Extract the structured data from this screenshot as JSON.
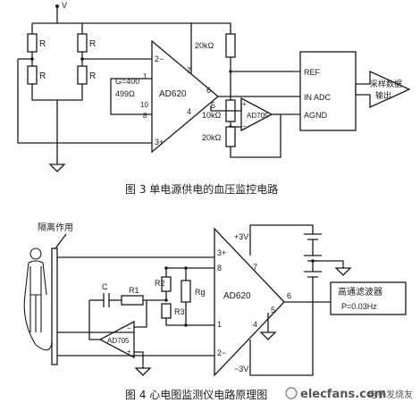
{
  "fig3": {
    "caption": "图 3  单电源供电的血压监控电路",
    "bridge_label": "R",
    "vs_label": "V",
    "gain_label": "G=400",
    "rg_label": "499Ω",
    "amp_label": "AD620",
    "pin_minus": "2−",
    "pin_plus": "3+",
    "pin_1": "1",
    "pin_10": "10",
    "pin_8": "8",
    "pin_7": "7",
    "pin_6": "6",
    "pin_5": "5",
    "pin_4": "4",
    "r_top": "20kΩ",
    "r_mid": "10kΩ",
    "r_bot": "20kΩ",
    "buf_label": "AD705",
    "adc_ref": "REF",
    "adc_in": "IN ADC",
    "adc_gnd": "AGND",
    "out_line1": "采样数据",
    "out_line2": "输出"
  },
  "fig4": {
    "caption": "图 4  心电图监测仪电路原理图",
    "iso_label": "隔离作用",
    "c_label": "C",
    "r1_label": "R1",
    "r2_label": "R2",
    "r3_label": "R3",
    "rg_label": "Rg",
    "amp_label": "AD620",
    "buf_label": "AD705",
    "plus3v": "+3V",
    "minus3v": "−3V",
    "pin_3p": "3+",
    "pin_8": "8",
    "pin_1": "1",
    "pin_2m": "2−",
    "pin_7": "7",
    "pin_6": "6",
    "pin_5": "5",
    "pin_4": "4",
    "filter_line1": "高通滤波器",
    "filter_line2": "P=0.03Hz"
  },
  "watermark": {
    "brand": "elecfans.com",
    "cn": "电子发烧友"
  }
}
